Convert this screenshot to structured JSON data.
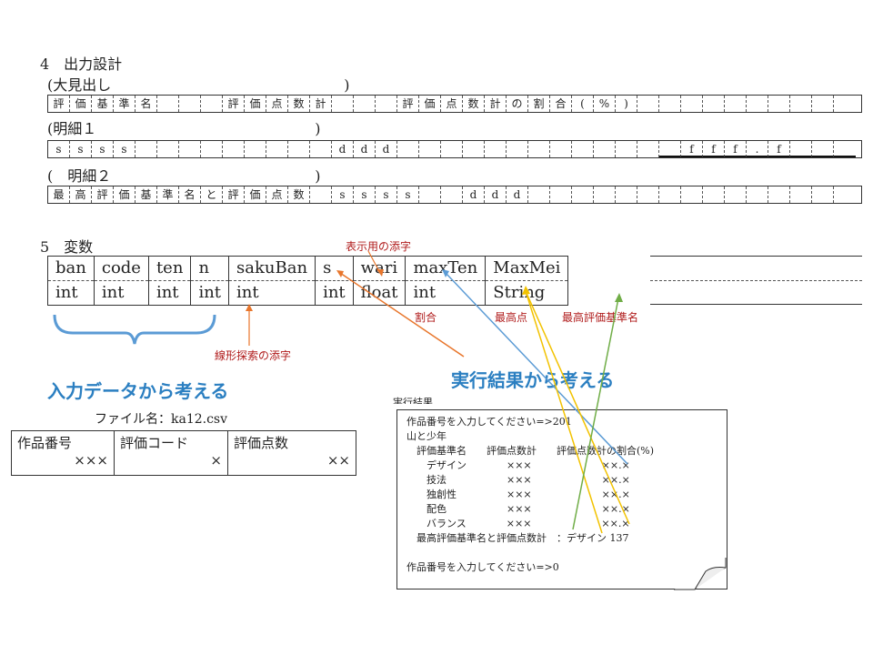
{
  "section4": {
    "title": "4　出力設計"
  },
  "rows": {
    "big_label": "(大見出し　　　　　　　　　　　　　　　　)",
    "detail1_label": "(明細１　　　　　　　　　　　　　　　)",
    "detail2_label": "(　明細２　　　　　　　　　　　　　　)",
    "header_cells": [
      "評",
      "価",
      "基",
      "準",
      "名",
      "",
      "",
      "",
      "評",
      "価",
      "点",
      "数",
      "計",
      "",
      "",
      "",
      "評",
      "価",
      "点",
      "数",
      "計",
      "の",
      "割",
      "合",
      "(",
      "%",
      ")"
    ],
    "detail1_cells": [
      "s",
      "s",
      "s",
      "s",
      "",
      "",
      "",
      "",
      "",
      "",
      "",
      "",
      "d",
      "d",
      "d",
      "",
      "",
      "",
      "",
      "",
      "",
      "",
      "f",
      "f",
      "f",
      ".",
      "f"
    ],
    "detail2_cells": [
      "最",
      "高",
      "評",
      "価",
      "基",
      "準",
      "名",
      "と",
      "評",
      "価",
      "点",
      "数",
      "",
      "s",
      "s",
      "s",
      "s",
      "",
      "",
      "d",
      "d",
      "d",
      "",
      "",
      "",
      "",
      "",
      ""
    ]
  },
  "section5": {
    "title": "5　変数"
  },
  "variables": [
    {
      "name": "ban",
      "type": "int"
    },
    {
      "name": "code",
      "type": "int"
    },
    {
      "name": "ten",
      "type": "int"
    },
    {
      "name": "n",
      "type": "int"
    },
    {
      "name": "sakuBan",
      "type": "int"
    },
    {
      "name": "s",
      "type": "int"
    },
    {
      "name": "wari",
      "type": "float"
    },
    {
      "name": "maxTen",
      "type": "int"
    },
    {
      "name": "MaxMei",
      "type": "String"
    }
  ],
  "notes": {
    "display_index": "表示用の添字",
    "linear_search_index": "線形探索の添字",
    "ratio": "割合",
    "max_score": "最高点",
    "max_name": "最高評価基準名",
    "from_input": "入力データから考える",
    "from_result": "実行結果から考える"
  },
  "input_file": {
    "caption": "ファイル名：ka12.csv",
    "headers": [
      "作品番号",
      "評価コード",
      "評価点数"
    ],
    "values": [
      "×××",
      "×",
      "××"
    ]
  },
  "output_sheet": {
    "title": "実行結果",
    "lines": [
      "作品番号を入力してください=>201",
      "山と少年",
      "　評価基準名　　評価点数計　　評価点数計の割合(%)",
      "　　デザイン　　　　×××　　　　　　　××.×",
      "　　技法　　　　　　×××　　　　　　　××.×",
      "　　独創性　　　　　×××　　　　　　　××.×",
      "　　配色　　　　　　×××　　　　　　　××.×",
      "　　バランス　　　　×××　　　　　　　××.×",
      "　最高評価基準名と評価点数計　：デザイン 137",
      "",
      "作品番号を入力してください=>0"
    ]
  },
  "colors": {
    "orange": "#e8762c",
    "blue": "#5b9bd5",
    "yellow": "#f2c200",
    "green": "#70ad47",
    "red_text": "#b01c1c",
    "blue_text": "#2b7fc1"
  }
}
